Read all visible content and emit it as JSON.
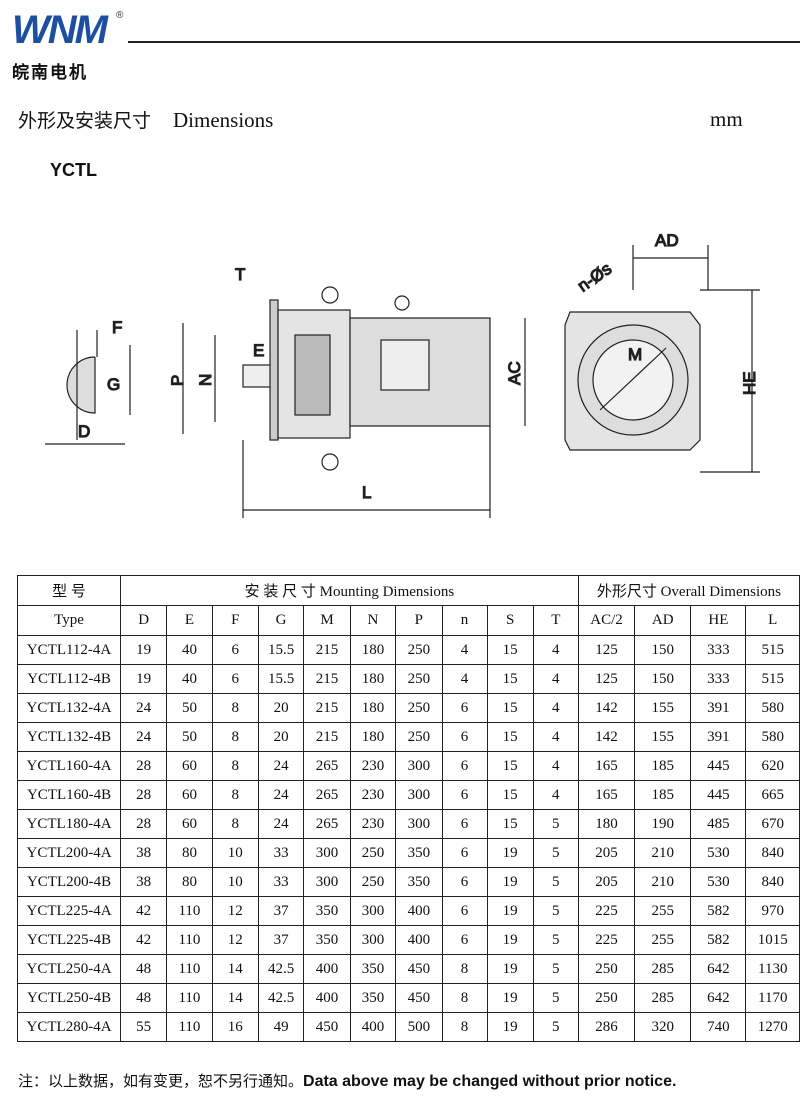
{
  "logo": {
    "mark": "WNM",
    "reg": "®",
    "cn": "皖南电机"
  },
  "title": {
    "cn": "外形及安装尺寸",
    "en": "Dimensions",
    "unit": "mm"
  },
  "model": "YCTL",
  "drawing_labels": {
    "T": "T",
    "F": "F",
    "G": "G",
    "D": "D",
    "P": "P",
    "N": "N",
    "E": "E",
    "AC": "AC",
    "L": "L",
    "AD": "AD",
    "ns": "n-Øs",
    "M": "M",
    "HE": "HE"
  },
  "table": {
    "type_cn": "型 号",
    "type_en": "Type",
    "mounting": "安 装 尺 寸 Mounting Dimensions",
    "overall": "外形尺寸 Overall Dimensions",
    "columns": [
      "D",
      "E",
      "F",
      "G",
      "M",
      "N",
      "P",
      "n",
      "S",
      "T",
      "AC/2",
      "AD",
      "HE",
      "L"
    ],
    "rows": [
      [
        "YCTL112-4A",
        "19",
        "40",
        "6",
        "15.5",
        "215",
        "180",
        "250",
        "4",
        "15",
        "4",
        "125",
        "150",
        "333",
        "515"
      ],
      [
        "YCTL112-4B",
        "19",
        "40",
        "6",
        "15.5",
        "215",
        "180",
        "250",
        "4",
        "15",
        "4",
        "125",
        "150",
        "333",
        "515"
      ],
      [
        "YCTL132-4A",
        "24",
        "50",
        "8",
        "20",
        "215",
        "180",
        "250",
        "6",
        "15",
        "4",
        "142",
        "155",
        "391",
        "580"
      ],
      [
        "YCTL132-4B",
        "24",
        "50",
        "8",
        "20",
        "215",
        "180",
        "250",
        "6",
        "15",
        "4",
        "142",
        "155",
        "391",
        "580"
      ],
      [
        "YCTL160-4A",
        "28",
        "60",
        "8",
        "24",
        "265",
        "230",
        "300",
        "6",
        "15",
        "4",
        "165",
        "185",
        "445",
        "620"
      ],
      [
        "YCTL160-4B",
        "28",
        "60",
        "8",
        "24",
        "265",
        "230",
        "300",
        "6",
        "15",
        "4",
        "165",
        "185",
        "445",
        "665"
      ],
      [
        "YCTL180-4A",
        "28",
        "60",
        "8",
        "24",
        "265",
        "230",
        "300",
        "6",
        "15",
        "5",
        "180",
        "190",
        "485",
        "670"
      ],
      [
        "YCTL200-4A",
        "38",
        "80",
        "10",
        "33",
        "300",
        "250",
        "350",
        "6",
        "19",
        "5",
        "205",
        "210",
        "530",
        "840"
      ],
      [
        "YCTL200-4B",
        "38",
        "80",
        "10",
        "33",
        "300",
        "250",
        "350",
        "6",
        "19",
        "5",
        "205",
        "210",
        "530",
        "840"
      ],
      [
        "YCTL225-4A",
        "42",
        "110",
        "12",
        "37",
        "350",
        "300",
        "400",
        "6",
        "19",
        "5",
        "225",
        "255",
        "582",
        "970"
      ],
      [
        "YCTL225-4B",
        "42",
        "110",
        "12",
        "37",
        "350",
        "300",
        "400",
        "6",
        "19",
        "5",
        "225",
        "255",
        "582",
        "1015"
      ],
      [
        "YCTL250-4A",
        "48",
        "110",
        "14",
        "42.5",
        "400",
        "350",
        "450",
        "8",
        "19",
        "5",
        "250",
        "285",
        "642",
        "1130"
      ],
      [
        "YCTL250-4B",
        "48",
        "110",
        "14",
        "42.5",
        "400",
        "350",
        "450",
        "8",
        "19",
        "5",
        "250",
        "285",
        "642",
        "1170"
      ],
      [
        "YCTL280-4A",
        "55",
        "110",
        "16",
        "49",
        "450",
        "400",
        "500",
        "8",
        "19",
        "5",
        "286",
        "320",
        "740",
        "1270"
      ]
    ]
  },
  "note": {
    "cn": "注：以上数据，如有变更，恕不另行通知。",
    "en": "Data above may be changed without prior notice."
  }
}
